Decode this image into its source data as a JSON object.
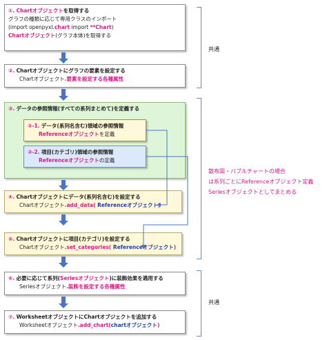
{
  "steps": {
    "s1": {
      "num": "①.",
      "title_a": "Chartオブジェクト",
      "title_b": "を取得する",
      "l2": "グラフの種類に応じて専用クラスのインポート",
      "l3_a": "(import openpyxl.",
      "l3_b": "chart",
      "l3_c": " import ",
      "l3_d": "**Chart",
      "l3_e": ")",
      "l4_a": "Chartオブジェクト",
      "l4_b": "(グラフ本体)を取得する"
    },
    "s2": {
      "num": "②.",
      "title_a": "Chartオブジェクト",
      "title_b": "にグラフの要素を設定する",
      "l2_a": "Chartオブジェクト",
      "l2_b": ".要素を設定する各種属性"
    },
    "s3": {
      "num": "③.",
      "title": "データの参照情報(すべての系列まとめて)を定義する"
    },
    "s31": {
      "num": "③-1.",
      "title": "データ(系列名含む)領域の参照情報",
      "l2_a": "Referenceオブジェクト",
      "l2_b": "を定義"
    },
    "s32": {
      "num": "③-2.",
      "title": "項目(カテゴリ)領域の参照情報",
      "l2_a": "Referenceオブジェクト",
      "l2_b": "の定義"
    },
    "s4": {
      "num": "④.",
      "title_a": "Chartオブジェクト",
      "title_b": "にデータ(系列名含む)を設定する",
      "l2_a": "Chartオブジェクト",
      "l2_b": ".add_data(",
      "l2_c": " Referenceオブジェクト",
      "l2_d": ")"
    },
    "s5": {
      "num": "⑤.",
      "title_a": "Chartオブジェクト",
      "title_b": "に項目(カテゴリ)を設定する",
      "l2_a": "Chartオブジェクト",
      "l2_b": ".set_categories(",
      "l2_c": " Referenceオブジェクト",
      "l2_d": ")"
    },
    "s6": {
      "num": "⑥.",
      "title_a": "必要に応じて系列(",
      "title_b": "Seriesオブジェクト",
      "title_c": ")に装飾効果を適用する",
      "l2_a": "Seriesオブジェクト",
      "l2_b": ".装飾を設定する各種属性"
    },
    "s7": {
      "num": "⑦.",
      "title_a": "Worksheetオブジェクト",
      "title_b": "に",
      "title_c": "Chartオブジェクト",
      "title_d": "を追加する",
      "l2_a": "Worksheetオブジェクト",
      "l2_b": ".add_chart(",
      "l2_c": "chartオブジェクト",
      "l2_d": ")"
    }
  },
  "side": {
    "common_top": "共通",
    "note_l1": "散布図・バブルチャートの場合",
    "note_l2": "は系列ごとにReferenceオブジェクト定義",
    "note_l3": "Seriesオブジェクトとしてまとめる",
    "common_bottom": "共通"
  },
  "colors": {
    "accent_pink": "#e0198a",
    "arrow_blue": "#4a74c9",
    "code_blue": "#1f3fb0"
  }
}
